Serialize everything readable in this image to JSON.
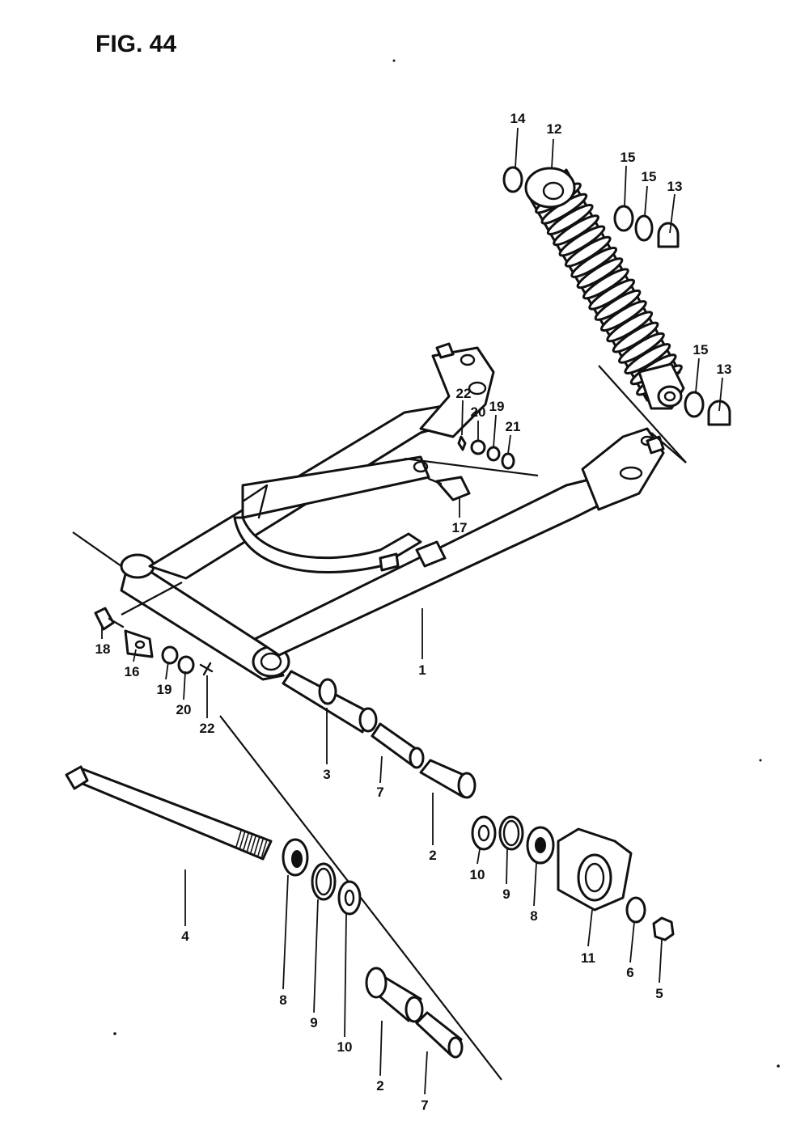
{
  "figure": {
    "title": "FIG. 44",
    "labels": {
      "p1": "1",
      "p2a": "2",
      "p2b": "2",
      "p3": "3",
      "p4": "4",
      "p5": "5",
      "p6": "6",
      "p7a": "7",
      "p7b": "7",
      "p8a": "8",
      "p8b": "8",
      "p9a": "9",
      "p9b": "9",
      "p10a": "10",
      "p10b": "10",
      "p11": "11",
      "p12": "12",
      "p13a": "13",
      "p13b": "13",
      "p14": "14",
      "p15a": "15",
      "p15b": "15",
      "p15c": "15",
      "p16": "16",
      "p17": "17",
      "p18": "18",
      "p19a": "19",
      "p19b": "19",
      "p20a": "20",
      "p20b": "20",
      "p21": "21",
      "p22a": "22",
      "p22b": "22"
    }
  }
}
